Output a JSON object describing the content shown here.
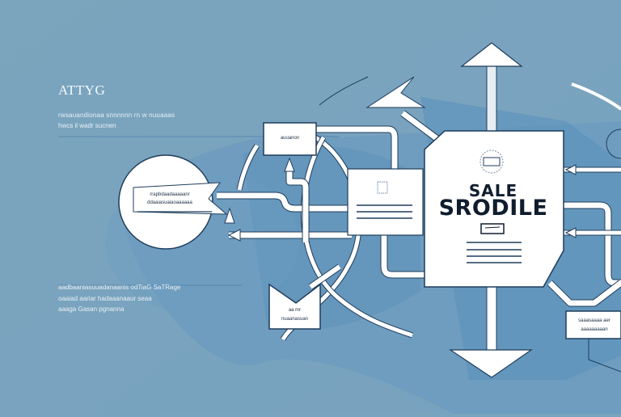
{
  "header": {
    "title": "ATTYG",
    "subtitle_line1": "rwsauandionaa snnnnnn rn w nuuaaas",
    "subtitle_line2": "hwcs il wadr sucnen"
  },
  "footer_text": {
    "line1": "aadbaaniasuuadanaanis odTiaG SaTRage",
    "line2": "oaaiad aariar hadaaanaaur seaa",
    "line3": "aaaga Gasan pgnanna"
  },
  "left_bubble": {
    "line1": "rrapbdaadaaaaanr",
    "line2": "ddaaiasuaiaoaaaaaa"
  },
  "top_card": {
    "label": "auuanon"
  },
  "middle_card": {
    "icon": "document-icon",
    "lines": 3
  },
  "bottom_left_card": {
    "line1": "aa mr",
    "line2": "nuaanasuan"
  },
  "right_card": {
    "line1": "saaasaaaa aer",
    "line2": "aaaaaaaaan"
  },
  "poster": {
    "line1": "SALE",
    "line2": "SRODILE",
    "badge_icon": "sale-badge-icon",
    "lines": 4
  },
  "colors": {
    "background": "#7aa3bd",
    "shadow_blue": "#5b8fba",
    "card": "#ffffff",
    "outline": "#1f3d5c",
    "text_dark": "#0f1d2e"
  }
}
